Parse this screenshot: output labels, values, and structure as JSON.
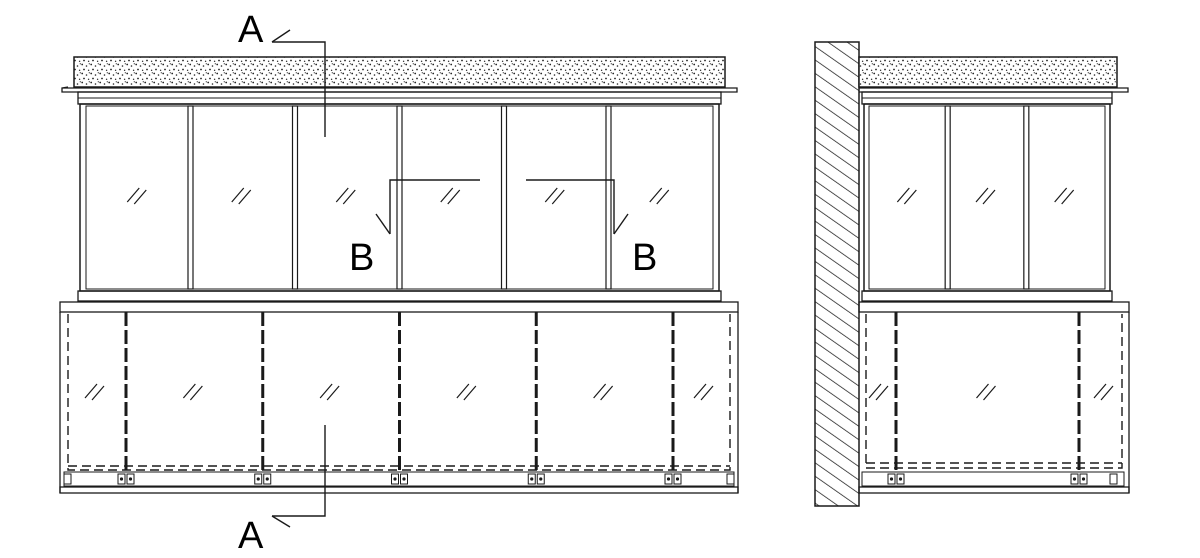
{
  "section_labels": {
    "a_top": "A",
    "a_bottom": "A",
    "b_left": "B",
    "b_right": "B"
  },
  "front_elevation": {
    "upper_glazing_panels": 6,
    "lower_glass_panels": 4,
    "posts": 5
  },
  "side_elevation": {
    "upper_glazing_panels": 3,
    "lower_glass_panels": 1,
    "posts": 2
  },
  "colors": {
    "line": "#1a1a1a",
    "background": "#ffffff",
    "stipple": "#222222"
  }
}
